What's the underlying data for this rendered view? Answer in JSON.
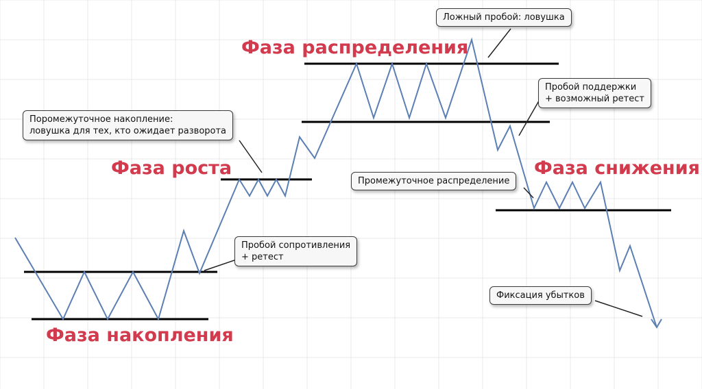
{
  "phases": {
    "accumulation": "Фаза накопления",
    "growth": "Фаза роста",
    "distribution": "Фаза распределения",
    "decline": "Фаза снижения"
  },
  "callouts": {
    "intermediate_accumulation": {
      "line1": "Поромежуточное накопление:",
      "line2": "ловушка для тех, кто ожидает разворота"
    },
    "resistance_breakout": {
      "line1": "Пробой сопротивления",
      "line2": "+ ретест"
    },
    "false_breakout": {
      "line1": "Ложный пробой: ловушка"
    },
    "support_breakout": {
      "line1": "Пробой поддержки",
      "line2": "+ возможный ретест"
    },
    "intermediate_distribution": {
      "line1": "Промежуточное распределение"
    },
    "loss_fixation": {
      "line1": "Фиксация убытков"
    }
  },
  "colors": {
    "phase_label": "#d23a4e",
    "price_line": "#5b7fb3",
    "level_line": "#000000",
    "grid": "#e8e8e8",
    "callout_bg": "#f7f7f7",
    "callout_border": "#3a3a3a"
  }
}
